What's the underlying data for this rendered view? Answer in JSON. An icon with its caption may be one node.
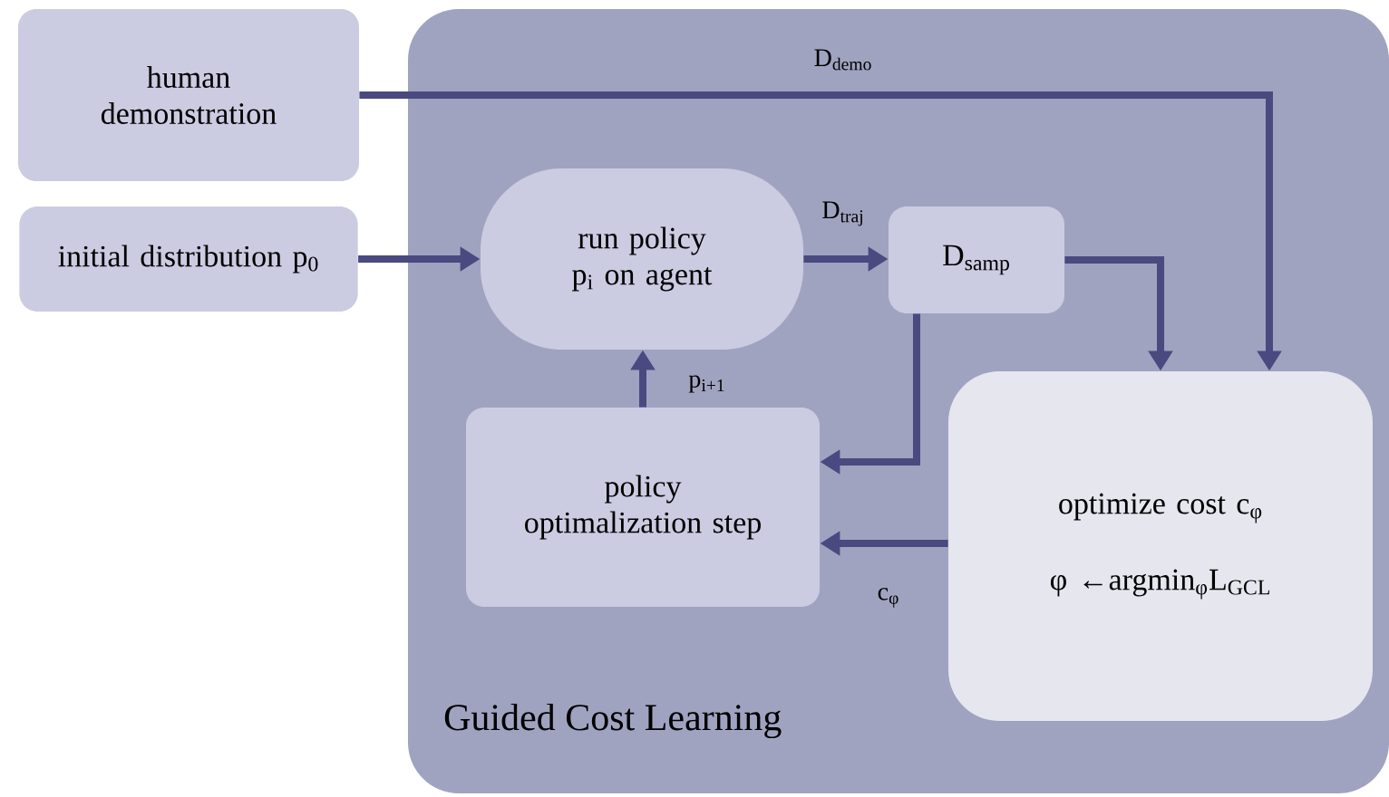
{
  "diagram": {
    "nodes": [
      {
        "text": [
          "Guided Cost Learning"
        ]
      },
      {
        "text": [
          "human demonstration"
        ]
      },
      {
        "text": [
          "initial distribution p$_{0}$"
        ]
      },
      {
        "text": [
          "run policy p$_{i}$ on agent"
        ],
        "in": 0
      },
      {
        "text": [
          "D$_{samp}$"
        ],
        "in": 0
      },
      {
        "text": [
          "policy optimalization step"
        ],
        "in": 0
      },
      {
        "text": [
          "optimize cost c$_{φ}$",
          "φ ←argmin$_{φ}$L$_{GCL}$"
        ],
        "in": 0
      }
    ],
    "edges": [
      {
        "from": 1,
        "to": 6,
        "arrow": "to",
        "label": "D$_{demo}$"
      },
      {
        "from": 2,
        "to": 3,
        "arrow": "to"
      },
      {
        "from": 3,
        "to": 4,
        "arrow": "to",
        "label": "D$_{traj}$"
      },
      {
        "from": 4,
        "to": 6,
        "arrow": "to"
      },
      {
        "from": 4,
        "to": 5,
        "arrow": "to"
      },
      {
        "from": 6,
        "to": 5,
        "arrow": "to",
        "label": "c$_{φ}$"
      },
      {
        "from": 5,
        "to": 3,
        "arrow": "to",
        "label": "p$_{i+1}$"
      }
    ]
  }
}
